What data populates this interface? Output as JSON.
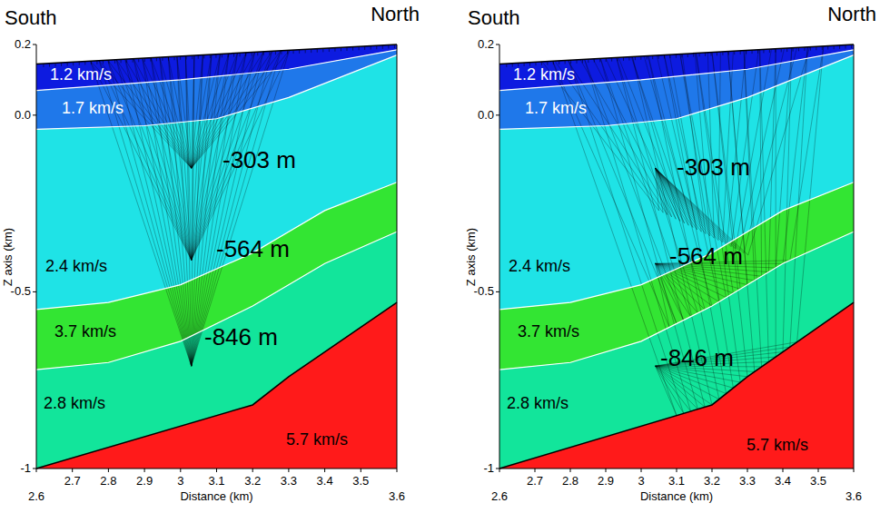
{
  "diagram": {
    "nodes": [
      {
        "text": [
          "1.2 km/s"
        ]
      },
      {
        "text": [
          "1.7 km/s"
        ]
      },
      {
        "text": [
          "2.4 km/s"
        ]
      },
      {
        "text": [
          "3.7 km/s"
        ]
      },
      {
        "text": [
          "2.8 km/s"
        ]
      },
      {
        "text": [
          "5.7 km/s"
        ]
      },
      {
        "text": [
          "1.2 km/s"
        ]
      },
      {
        "text": [
          "1.7 km/s"
        ]
      },
      {
        "text": [
          "2.4 km/s"
        ]
      },
      {
        "text": [
          "3.7 km/s"
        ]
      },
      {
        "text": [
          "2.8 km/s"
        ]
      },
      {
        "text": [
          "5.7 km/s"
        ]
      }
    ],
    "labels": [
      "South",
      "North",
      "0.2",
      "0.0",
      "-0.5",
      "-1",
      "Z axis (km)",
      "2.6",
      "2.7",
      "2.8",
      "2.9",
      "3",
      "3.1",
      "3.2",
      "3.3",
      "3.4",
      "3.5",
      "3.6",
      "Distance (km)",
      "-303 m",
      "-564 m",
      "-846 m",
      "South",
      "North",
      "0.2",
      "0.0",
      "-0.5",
      "-1",
      "Z axis (km)",
      "2.6",
      "2.7",
      "2.8",
      "2.9",
      "3",
      "3.1",
      "3.2",
      "3.3",
      "3.4",
      "3.5",
      "3.6",
      "Distance (km)",
      "-303 m",
      "-564 m",
      "-846 m"
    ]
  }
}
